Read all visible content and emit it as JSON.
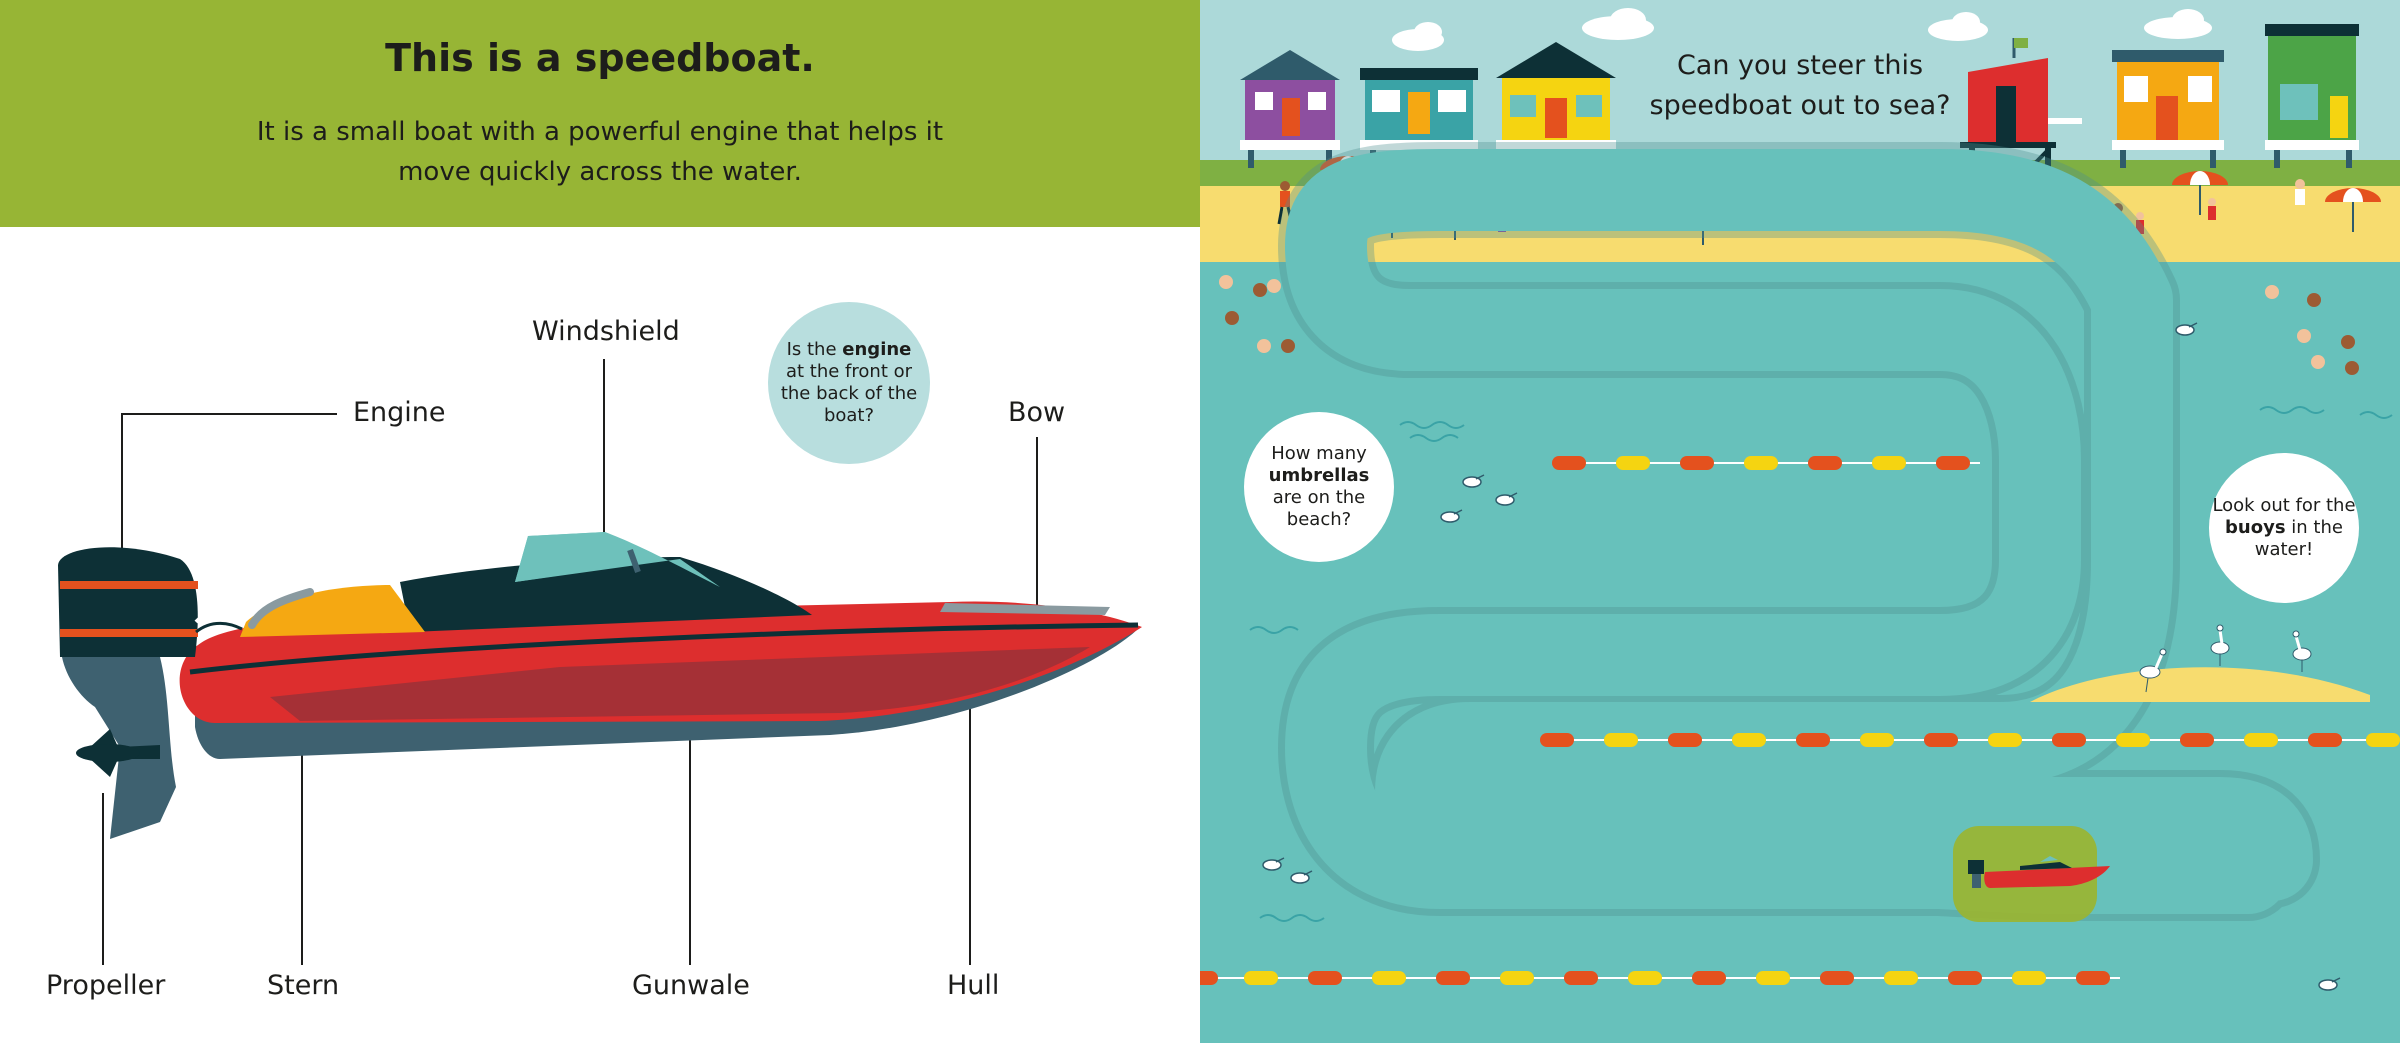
{
  "left_page": {
    "title": "This is a speedboat.",
    "description": "It is a small boat with a powerful engine that helps it move quickly across the water.",
    "parts": {
      "engine": "Engine",
      "windshield": "Windshield",
      "bow": "Bow",
      "propeller": "Propeller",
      "stern": "Stern",
      "gunwale": "Gunwale",
      "hull": "Hull"
    },
    "engine_question": {
      "before": "Is the",
      "bold": "engine",
      "after": "at the front or the back of the boat?"
    }
  },
  "right_page": {
    "question": "Can you steer this speedboat out to sea?",
    "umbrella_question": {
      "before": "How many",
      "bold": "umbrellas",
      "after": "are on the beach?"
    },
    "buoy_question": {
      "before": "Look out for the",
      "bold": "buoys",
      "after": "in the water!"
    }
  },
  "colors": {
    "header_green": "#97b535",
    "sea": "#67c1bb",
    "sand": "#f7dc6f",
    "sky": "#acd9d9",
    "boat_red": "#dd2e2e",
    "boat_dark": "#0d3036",
    "boat_teal": "#6ec1bb",
    "boat_yellow": "#f5a812",
    "hull_slate": "#3e6170",
    "buoy_orange": "#e4511e",
    "buoy_yellow": "#f5d411",
    "slider_green": "#9bb52f"
  },
  "icons": [
    "speedboat-illustration",
    "beach-huts",
    "lifeguard-tower",
    "beach-umbrella",
    "life-ring",
    "seagull",
    "swimmer",
    "egret",
    "maze-track",
    "buoy-line"
  ]
}
